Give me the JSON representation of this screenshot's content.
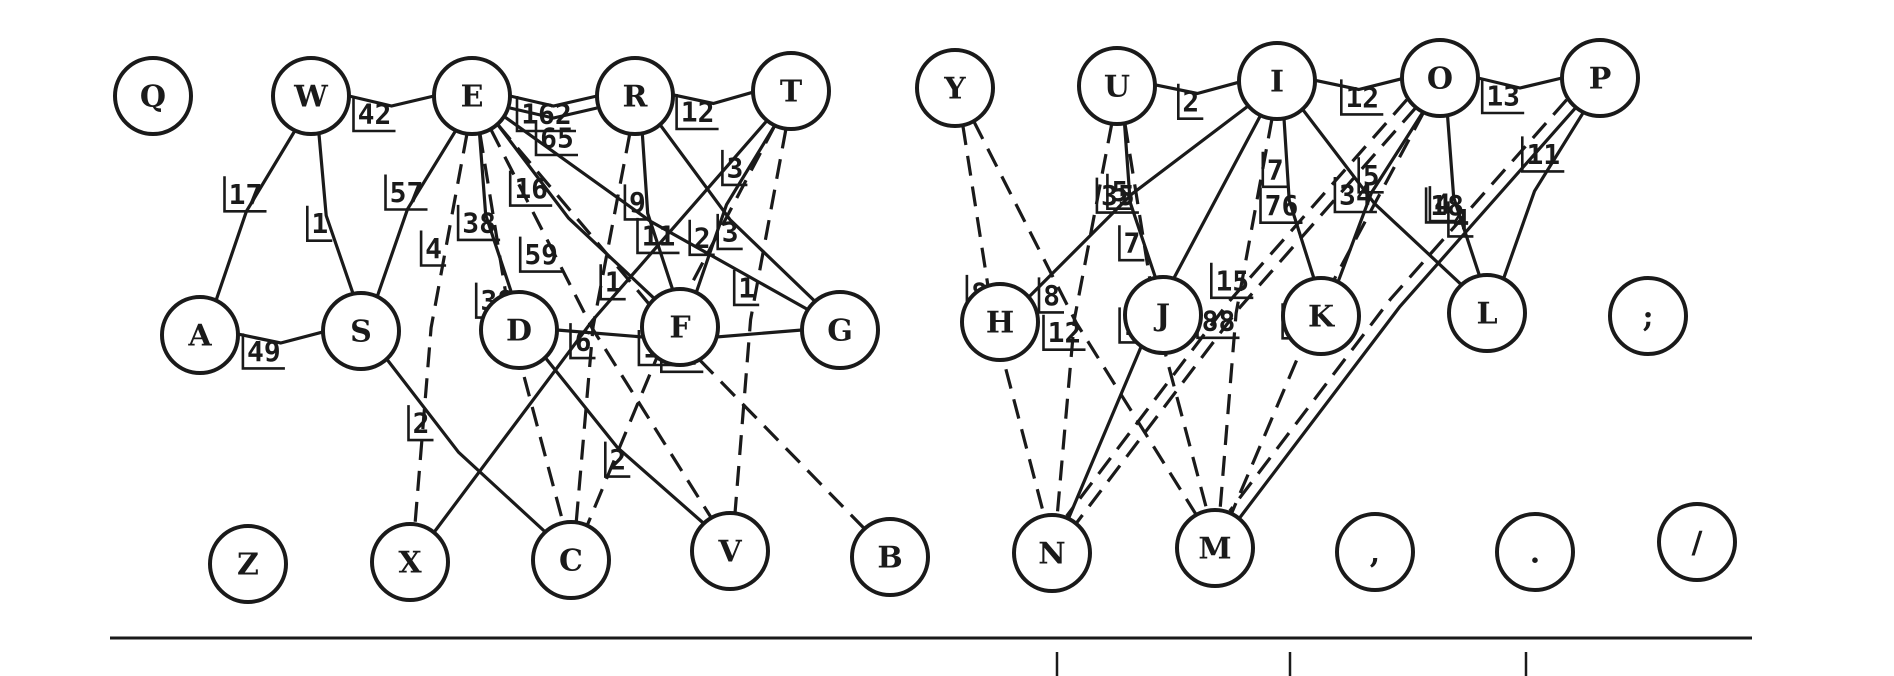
{
  "keys": [
    {
      "id": "Q",
      "label": "Q"
    },
    {
      "id": "W",
      "label": "W"
    },
    {
      "id": "E",
      "label": "E"
    },
    {
      "id": "R",
      "label": "R"
    },
    {
      "id": "T",
      "label": "T"
    },
    {
      "id": "Y",
      "label": "Y"
    },
    {
      "id": "U",
      "label": "U"
    },
    {
      "id": "I",
      "label": "I"
    },
    {
      "id": "O",
      "label": "O"
    },
    {
      "id": "P",
      "label": "P"
    },
    {
      "id": "A",
      "label": "A"
    },
    {
      "id": "S",
      "label": "S"
    },
    {
      "id": "D",
      "label": "D"
    },
    {
      "id": "F",
      "label": "F"
    },
    {
      "id": "G",
      "label": "G"
    },
    {
      "id": "H",
      "label": "H"
    },
    {
      "id": "J",
      "label": "J"
    },
    {
      "id": "K",
      "label": "K"
    },
    {
      "id": "L",
      "label": "L"
    },
    {
      "id": "SEMI",
      "label": ";"
    },
    {
      "id": "Z",
      "label": "Z"
    },
    {
      "id": "X",
      "label": "X"
    },
    {
      "id": "C",
      "label": "C"
    },
    {
      "id": "V",
      "label": "V"
    },
    {
      "id": "B",
      "label": "B"
    },
    {
      "id": "N",
      "label": "N"
    },
    {
      "id": "M",
      "label": "M"
    },
    {
      "id": "COMMA",
      "label": ","
    },
    {
      "id": "PERIOD",
      "label": "."
    },
    {
      "id": "SLASH",
      "label": "/"
    }
  ],
  "edges": [
    {
      "from": "W",
      "to": "E",
      "value": "42",
      "style": "solid"
    },
    {
      "from": "E",
      "to": "R",
      "value": "162",
      "style": "solid"
    },
    {
      "from": "E",
      "to": "R",
      "value": "65",
      "style": "solid"
    },
    {
      "from": "R",
      "to": "T",
      "value": "12",
      "style": "solid"
    },
    {
      "from": "W",
      "to": "A",
      "value": "17",
      "style": "solid"
    },
    {
      "from": "W",
      "to": "S",
      "value": "1",
      "style": "solid"
    },
    {
      "from": "A",
      "to": "S",
      "value": "49",
      "style": "solid"
    },
    {
      "from": "E",
      "to": "S",
      "value": "57",
      "style": "solid"
    },
    {
      "from": "E",
      "to": "D",
      "value": "38",
      "style": "solid"
    },
    {
      "from": "E",
      "to": "F",
      "value": "16",
      "style": "solid"
    },
    {
      "from": "R",
      "to": "F",
      "value": "9",
      "style": "solid"
    },
    {
      "from": "R",
      "to": "G",
      "value": "3",
      "style": "solid"
    },
    {
      "from": "T",
      "to": "F",
      "value": "3",
      "style": "solid"
    },
    {
      "from": "D",
      "to": "G",
      "value": "13",
      "style": "solid"
    },
    {
      "from": "E",
      "to": "G",
      "value": "11",
      "style": "solid"
    },
    {
      "from": "S",
      "to": "C",
      "value": "2",
      "style": "solid"
    },
    {
      "from": "T",
      "to": "X",
      "value": "1",
      "style": "solid"
    },
    {
      "from": "D",
      "to": "V",
      "value": "2",
      "style": "solid"
    },
    {
      "from": "E",
      "to": "X",
      "value": "4",
      "style": "dashed"
    },
    {
      "from": "E",
      "to": "C",
      "value": "38",
      "style": "dashed"
    },
    {
      "from": "R",
      "to": "C",
      "value": "6",
      "style": "dashed"
    },
    {
      "from": "E",
      "to": "V",
      "value": "59",
      "style": "dashed"
    },
    {
      "from": "T",
      "to": "V",
      "value": "1",
      "style": "dashed"
    },
    {
      "from": "E",
      "to": "B",
      "value": "34",
      "style": "dashed"
    },
    {
      "from": "T",
      "to": "C",
      "value": "2",
      "style": "dashed"
    },
    {
      "from": "U",
      "to": "I",
      "value": "2",
      "style": "solid"
    },
    {
      "from": "I",
      "to": "O",
      "value": "12",
      "style": "solid"
    },
    {
      "from": "O",
      "to": "P",
      "value": "13",
      "style": "solid"
    },
    {
      "from": "U",
      "to": "J",
      "value": "5",
      "style": "solid"
    },
    {
      "from": "I",
      "to": "H",
      "value": "35",
      "style": "solid"
    },
    {
      "from": "I",
      "to": "K",
      "value": "7",
      "style": "solid"
    },
    {
      "from": "I",
      "to": "L",
      "value": "34",
      "style": "solid"
    },
    {
      "from": "O",
      "to": "L",
      "value": "18",
      "style": "solid"
    },
    {
      "from": "P",
      "to": "L",
      "value": "11",
      "style": "solid"
    },
    {
      "from": "O",
      "to": "K",
      "value": "5",
      "style": "solid"
    },
    {
      "from": "I",
      "to": "N",
      "value": "10",
      "style": "solid"
    },
    {
      "from": "P",
      "to": "M",
      "value": "4",
      "style": "solid"
    },
    {
      "from": "Y",
      "to": "N",
      "value": "8",
      "style": "dashed"
    },
    {
      "from": "U",
      "to": "N",
      "value": "12",
      "style": "dashed"
    },
    {
      "from": "U",
      "to": "M",
      "value": "7",
      "style": "dashed"
    },
    {
      "from": "I",
      "to": "M",
      "value": "15",
      "style": "dashed"
    },
    {
      "from": "O",
      "to": "N",
      "value": "88",
      "style": "dashed"
    },
    {
      "from": "O",
      "to": "N",
      "value": "76",
      "style": "dashed"
    },
    {
      "from": "Y",
      "to": "M",
      "value": "8",
      "style": "dashed"
    },
    {
      "from": "O",
      "to": "M",
      "value": "33",
      "style": "dashed"
    },
    {
      "from": "P",
      "to": "M",
      "value": "4",
      "style": "dashed"
    }
  ]
}
